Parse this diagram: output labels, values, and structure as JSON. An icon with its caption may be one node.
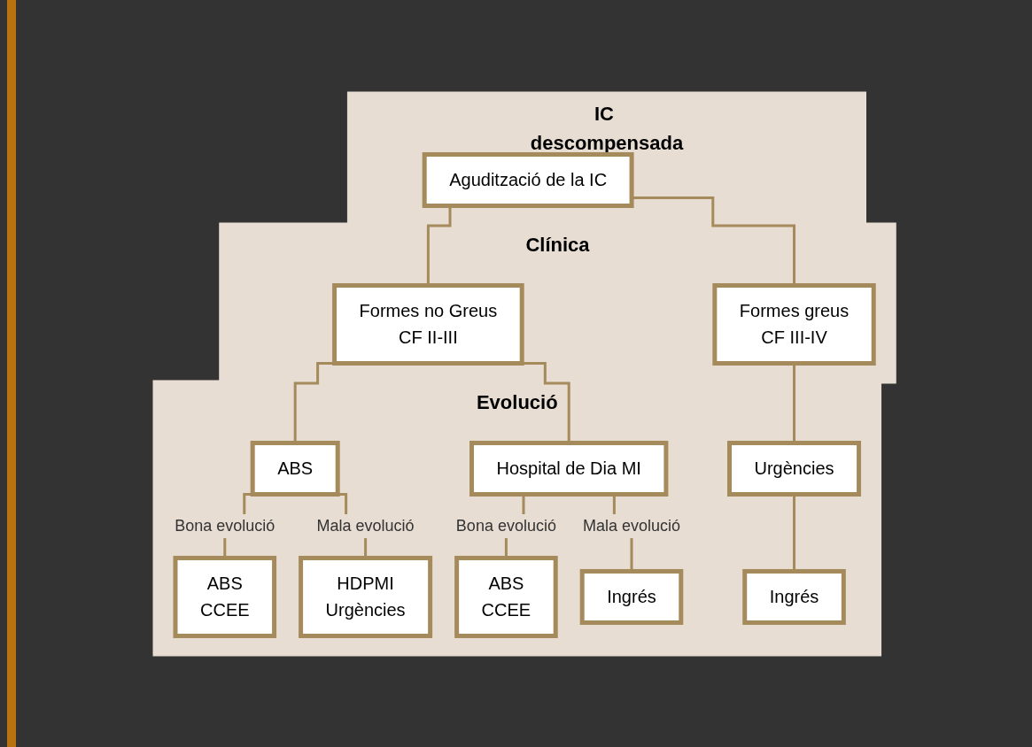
{
  "diagram": {
    "nodes": [
      {
        "text": [
          "IC descompensada"
        ]
      },
      {
        "text": [
          "Agudització de la IC"
        ],
        "in": 0
      },
      {
        "text": [
          "Clínica"
        ]
      },
      {
        "text": [
          "Formes no Greus",
          "CF II-III"
        ],
        "in": 2
      },
      {
        "text": [
          "Formes greus",
          "CF III-IV"
        ],
        "in": 2
      },
      {
        "text": [
          "Evolució"
        ]
      },
      {
        "text": [
          "ABS"
        ],
        "in": 5
      },
      {
        "text": [
          "Hospital de Dia MI"
        ],
        "in": 5
      },
      {
        "text": [
          "Urgències"
        ],
        "in": 5
      },
      {
        "text": [
          "ABS",
          "CCEE"
        ],
        "in": 5
      },
      {
        "text": [
          "HDPMI",
          "Urgències"
        ],
        "in": 5
      },
      {
        "text": [
          "ABS",
          "CCEE"
        ],
        "in": 5
      },
      {
        "text": [
          "Ingrés"
        ],
        "in": 5
      },
      {
        "text": [
          "Ingrés"
        ],
        "in": 5
      }
    ],
    "edges": [
      {
        "from": 1,
        "to": 3,
        "arrow": "none"
      },
      {
        "from": 1,
        "to": 4,
        "arrow": "none"
      },
      {
        "from": 3,
        "to": 6,
        "arrow": "none"
      },
      {
        "from": 3,
        "to": 7,
        "arrow": "none"
      },
      {
        "from": 4,
        "to": 8,
        "arrow": "none"
      },
      {
        "from": 6,
        "to": 9,
        "label": "Bona evolució",
        "arrow": "none"
      },
      {
        "from": 6,
        "to": 10,
        "label": "Mala evolució",
        "arrow": "none"
      },
      {
        "from": 7,
        "to": 11,
        "label": "Bona evolució",
        "arrow": "none"
      },
      {
        "from": 7,
        "to": 12,
        "label": "Mala evolució",
        "arrow": "none"
      },
      {
        "from": 8,
        "to": 13,
        "arrow": "none"
      }
    ]
  }
}
